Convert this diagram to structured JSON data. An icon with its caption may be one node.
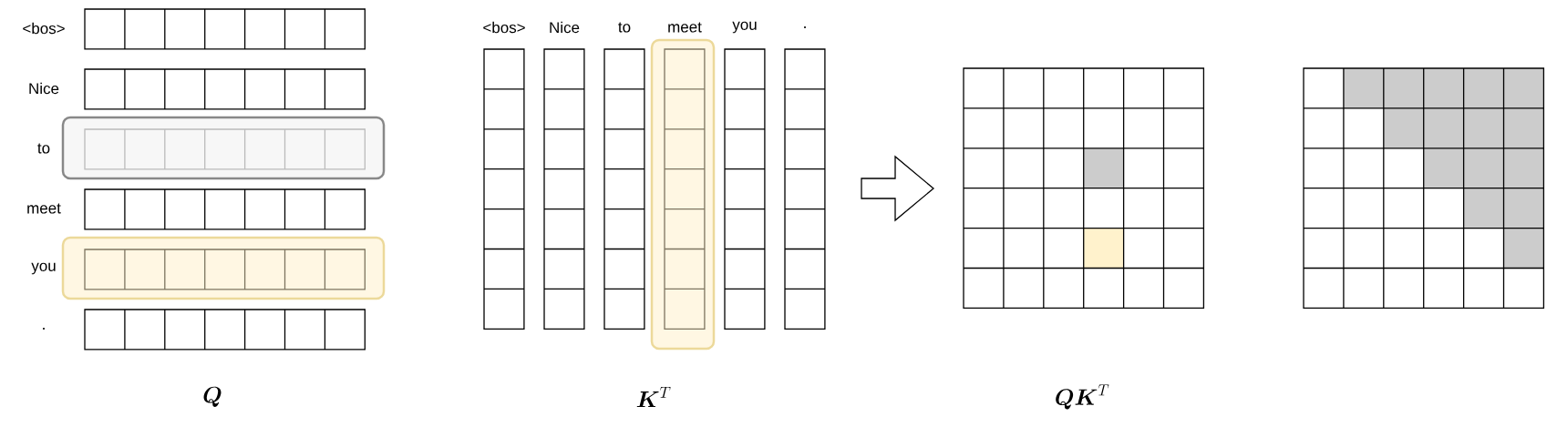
{
  "diagram": {
    "labels": [
      "<bos>",
      "Nice",
      "to",
      "meet",
      "you",
      ".",
      "<bos>",
      "Nice",
      "to",
      "meet",
      "you",
      ".",
      "\\boldsymbol{Q}",
      "\\boldsymbol{K}^{T}",
      "\\boldsymbol{Q}\\boldsymbol{K}^{T}"
    ]
  }
}
